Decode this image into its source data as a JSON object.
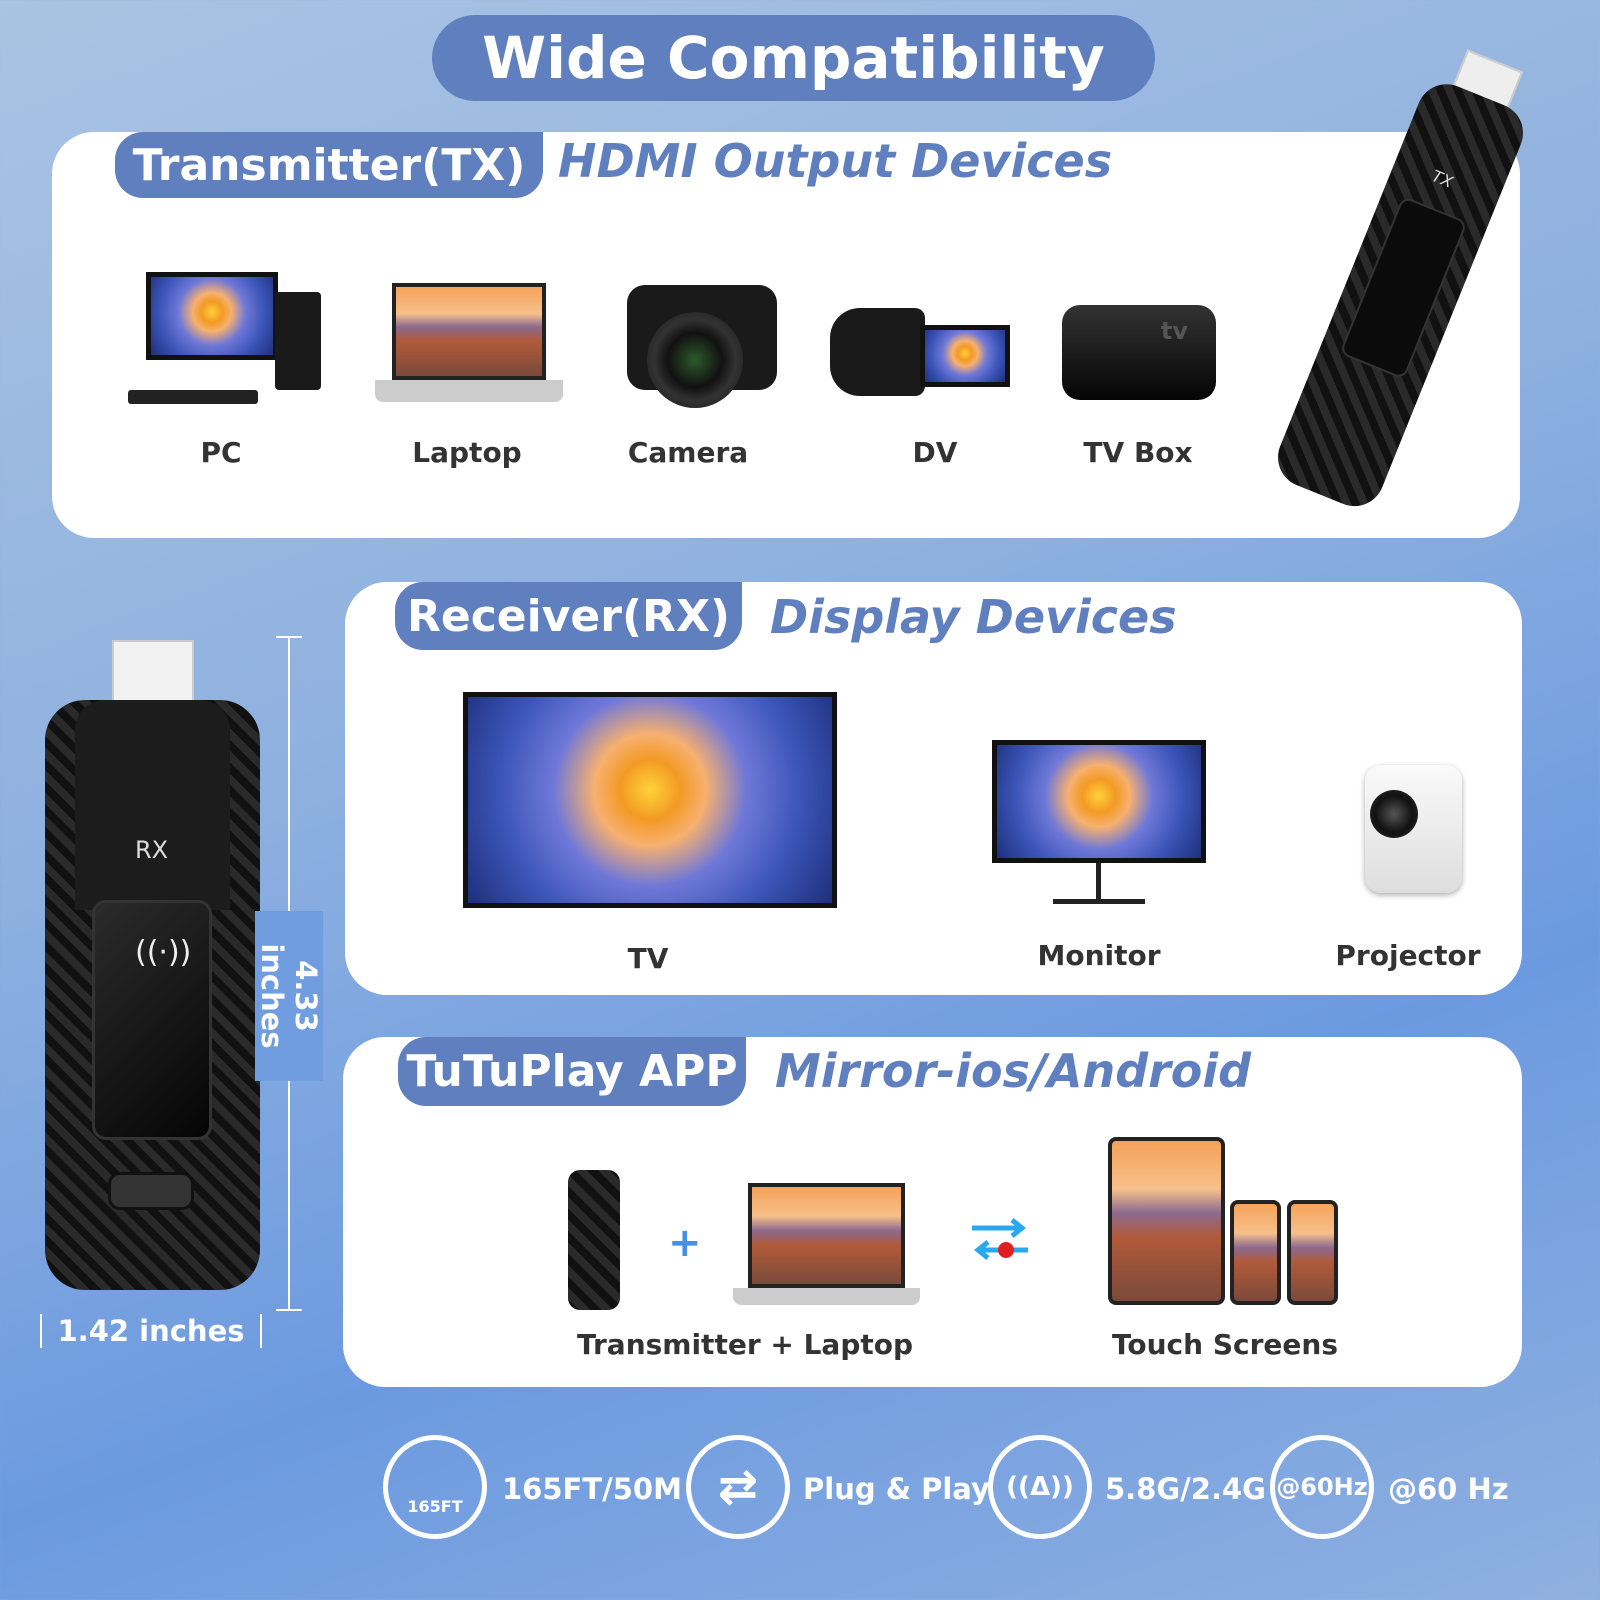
{
  "title": "Wide Compatibility",
  "transmitter": {
    "tab": "Transmitter(TX)",
    "subtitle": "HDMI Output Devices",
    "devices": [
      "PC",
      "Laptop",
      "Camera",
      "DV",
      "TV Box"
    ],
    "dongle_label": "TX",
    "tvbox_logo": "tv"
  },
  "receiver": {
    "tab": "Receiver(RX)",
    "subtitle": "Display Devices",
    "devices": [
      "TV",
      "Monitor",
      "Projector"
    ],
    "dongle_label": "RX"
  },
  "app": {
    "tab": "TuTuPlay APP",
    "subtitle": "Mirror-ios/Android",
    "plus": "+",
    "left_label": "Transmitter + Laptop",
    "right_label": "Touch Screens"
  },
  "dimensions": {
    "height": "4.33 inches",
    "width": "1.42 inches"
  },
  "features": [
    {
      "icon": "location-distance-icon",
      "badge": "165FT",
      "text": "165FT/50M"
    },
    {
      "icon": "swap-arrows-icon",
      "text": "Plug & Play"
    },
    {
      "icon": "wireless-signal-icon",
      "text": "5.8G/2.4G"
    },
    {
      "icon": "refresh-rate-icon",
      "badge": "@60Hz",
      "text": "@60 Hz"
    }
  ],
  "colors": {
    "accent": "#5f7fbf",
    "card": "#ffffff",
    "text": "#333333"
  }
}
